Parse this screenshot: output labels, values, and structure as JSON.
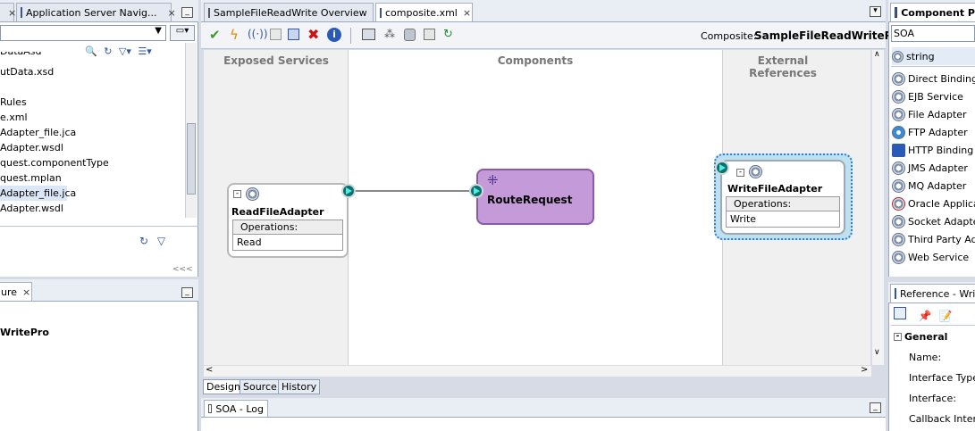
{
  "left_panel": {
    "tab1_label": "",
    "tab2_label": "Application Server Navig...",
    "tree_items": [
      "DataAsd",
      "utData.xsd",
      "",
      "Rules",
      "e.xml",
      "Adapter_file.jca",
      "Adapter.wsdl",
      "quest.componentType",
      "quest.mplan",
      "Adapter_file.jca",
      "Adapter.wsdl"
    ],
    "structure_tab_label": "ure",
    "structure_item": "WritePro",
    "collapse_arrows": "<<<"
  },
  "editor": {
    "tabs": [
      {
        "label": "SampleFileReadWrite Overview"
      },
      {
        "label": "composite.xml",
        "active": true
      }
    ],
    "composite_label": "Composite:",
    "composite_name": "SampleFileReadWritePro",
    "swimlanes": {
      "exposed": "Exposed Services",
      "components": "Components",
      "external": "External References"
    },
    "read_adapter": {
      "title": "ReadFileAdapter",
      "ops_label": "Operations:",
      "op": "Read"
    },
    "route": {
      "title": "RouteRequest"
    },
    "write_adapter": {
      "title": "WriteFileAdapter",
      "ops_label": "Operations:",
      "op": "Write"
    },
    "bottom_tabs": [
      "Design",
      "Source",
      "History"
    ],
    "log_tab": "SOA - Log"
  },
  "palette": {
    "title": "Component P",
    "filter_value": "SOA",
    "string_item": "string",
    "items": [
      "Direct Binding",
      "EJB Service",
      "File Adapter",
      "FTP Adapter",
      "HTTP Binding",
      "JMS Adapter",
      "MQ Adapter",
      "Oracle Applicat",
      "Socket Adapter",
      "Third Party Ada",
      "Web Service"
    ]
  },
  "properties": {
    "tab_label": "Reference - Wri",
    "section": "General",
    "fields": [
      "Name:",
      "Interface Type",
      "Interface:",
      "Callback Interfa"
    ]
  },
  "colors": {
    "route_fill": "#c59ad9",
    "selection": "#2f7fd6"
  }
}
